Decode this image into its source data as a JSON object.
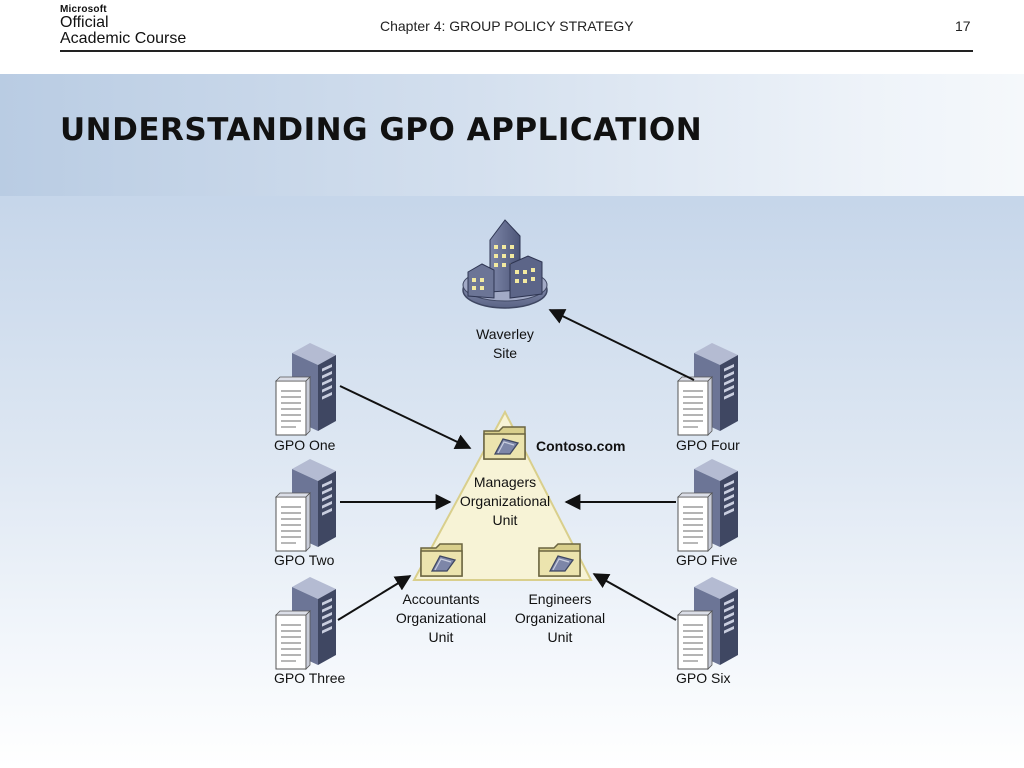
{
  "header": {
    "brand_line1": "Microsoft",
    "brand_line2": "Official",
    "brand_line3": "Academic Course",
    "chapter": "Chapter 4: GROUP POLICY STRATEGY",
    "page_number": "17"
  },
  "slide": {
    "title": "UNDERSTANDING GPO APPLICATION"
  },
  "diagram": {
    "site": {
      "label_line1": "Waverley",
      "label_line2": "Site",
      "icon": "buildings-site-icon"
    },
    "domain": {
      "label": "Contoso.com",
      "icon": "domain-folder-icon"
    },
    "managers_ou": {
      "label_line1": "Managers",
      "label_line2": "Organizational",
      "label_line3": "Unit"
    },
    "accountants_ou": {
      "label_line1": "Accountants",
      "label_line2": "Organizational",
      "label_line3": "Unit",
      "icon": "ou-folder-icon"
    },
    "engineers_ou": {
      "label_line1": "Engineers",
      "label_line2": "Organizational",
      "label_line3": "Unit",
      "icon": "ou-folder-icon"
    },
    "gpos": {
      "one": "GPO One",
      "two": "GPO Two",
      "three": "GPO Three",
      "four": "GPO Four",
      "five": "GPO Five",
      "six": "GPO Six"
    },
    "colors": {
      "server_dark": "#4b5470",
      "server_light": "#8a93b0",
      "folder": "#e6dc9c",
      "triangle": "#f7f3d8",
      "arrow": "#111111"
    }
  }
}
